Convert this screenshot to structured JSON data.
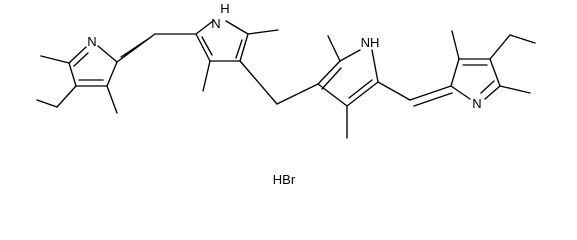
{
  "molecule": {
    "atom_labels": {
      "left_ring_n": "N",
      "left_center_ring_nh": "H",
      "left_center_ring_n": "N",
      "right_center_ring_nh": "NH",
      "right_ring_n": "N"
    },
    "salt_label": "HBr"
  },
  "colors": {
    "ink": "#000000",
    "background": "#ffffff"
  }
}
